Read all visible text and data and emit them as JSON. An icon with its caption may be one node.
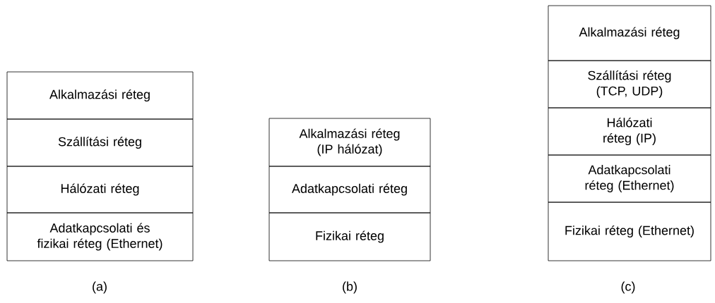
{
  "diagram": {
    "nodes": [
      {
        "text": [
          "Alkalmazási réteg"
        ]
      },
      {
        "text": [
          "Szállítási réteg"
        ]
      },
      {
        "text": [
          "Hálózati réteg"
        ]
      },
      {
        "text": [
          "Adatkapcsolati és fizikai réteg (Ethernet)"
        ]
      },
      {
        "text": [
          "Alkalmazási réteg (IP hálózat)"
        ]
      },
      {
        "text": [
          "Adatkapcsolati réteg"
        ]
      },
      {
        "text": [
          "Fizikai réteg"
        ]
      },
      {
        "text": [
          "Alkalmazási réteg"
        ]
      },
      {
        "text": [
          "Szállítási réteg (TCP, UDP)"
        ]
      },
      {
        "text": [
          "Hálózati réteg (IP)"
        ]
      },
      {
        "text": [
          "Adatkapcsolati réteg (Ethernet)"
        ]
      },
      {
        "text": [
          "Fizikai réteg (Ethernet)"
        ]
      }
    ],
    "labels": [
      "(a)",
      "(b)",
      "(c)"
    ]
  }
}
